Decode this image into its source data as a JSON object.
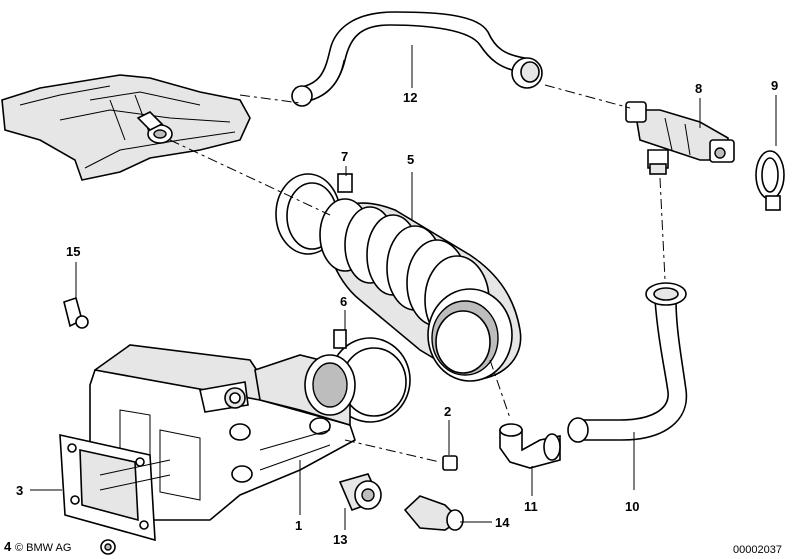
{
  "diagram": {
    "callouts": [
      {
        "id": "1",
        "text": "1"
      },
      {
        "id": "2",
        "text": "2"
      },
      {
        "id": "3",
        "text": "3"
      },
      {
        "id": "4",
        "text": "4"
      },
      {
        "id": "5",
        "text": "5"
      },
      {
        "id": "6",
        "text": "6"
      },
      {
        "id": "7",
        "text": "7"
      },
      {
        "id": "8",
        "text": "8"
      },
      {
        "id": "9",
        "text": "9"
      },
      {
        "id": "10",
        "text": "10"
      },
      {
        "id": "11",
        "text": "11"
      },
      {
        "id": "12",
        "text": "12"
      },
      {
        "id": "13",
        "text": "13"
      },
      {
        "id": "14",
        "text": "14"
      },
      {
        "id": "15",
        "text": "15"
      }
    ],
    "copyright": "© BMW AG",
    "drawing_number": "00002037"
  }
}
